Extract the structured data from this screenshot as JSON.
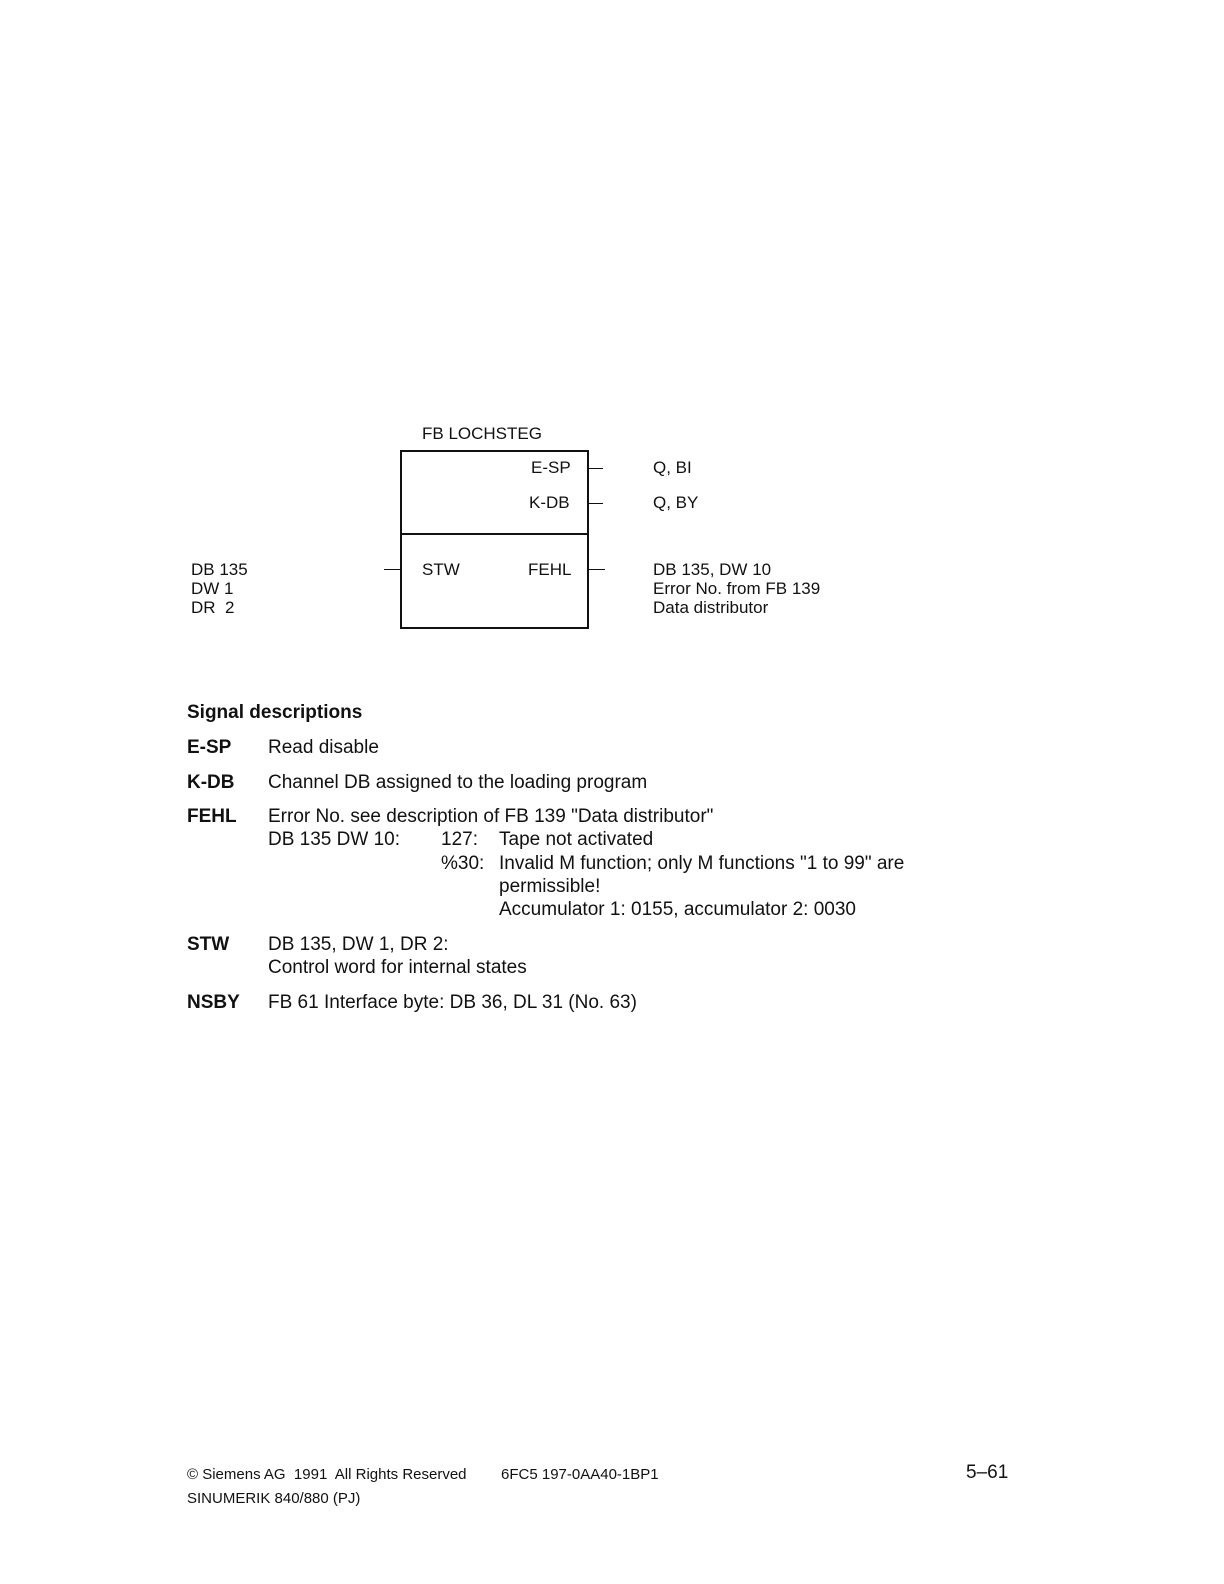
{
  "diagram": {
    "title": "FB LOCHSTEG",
    "outputs_top": [
      {
        "pin": "E-SP",
        "operand": "Q, BI"
      },
      {
        "pin": "K-DB",
        "operand": "Q, BY"
      }
    ],
    "input": {
      "pin": "STW",
      "lines": [
        "DB 135",
        "DW 1",
        "DR  2"
      ]
    },
    "output_bottom": {
      "pin": "FEHL",
      "lines": [
        "DB 135, DW 10",
        "Error No. from FB 139",
        "Data distributor"
      ]
    }
  },
  "signals": {
    "heading": "Signal descriptions",
    "esp": {
      "key": "E-SP",
      "text": "Read disable"
    },
    "kdb": {
      "key": "K-DB",
      "text": "Channel DB assigned to the loading program"
    },
    "fehl": {
      "key": "FEHL",
      "text": "Error No. see description of FB 139 \"Data distributor\"",
      "db_label": "DB 135 DW 10:",
      "codes": [
        {
          "code": "127:",
          "lines": [
            "Tape not activated"
          ]
        },
        {
          "code": "%30:",
          "lines": [
            "Invalid M function; only M functions \"1 to 99\" are",
            "permissible!",
            "Accumulator 1: 0155, accumulator 2: 0030"
          ]
        }
      ]
    },
    "stw": {
      "key": "STW",
      "lines": [
        "DB 135, DW 1, DR 2:",
        "Control word for internal states"
      ]
    },
    "nsby": {
      "key": "NSBY",
      "text": "FB 61 Interface byte: DB 36, DL 31 (No. 63)"
    }
  },
  "footer": {
    "copyright": "© Siemens AG  1991  All Rights Reserved",
    "order_no": "6FC5 197-0AA40-1BP1",
    "product": "SINUMERIK 840/880 (PJ)",
    "page": "5–61"
  }
}
